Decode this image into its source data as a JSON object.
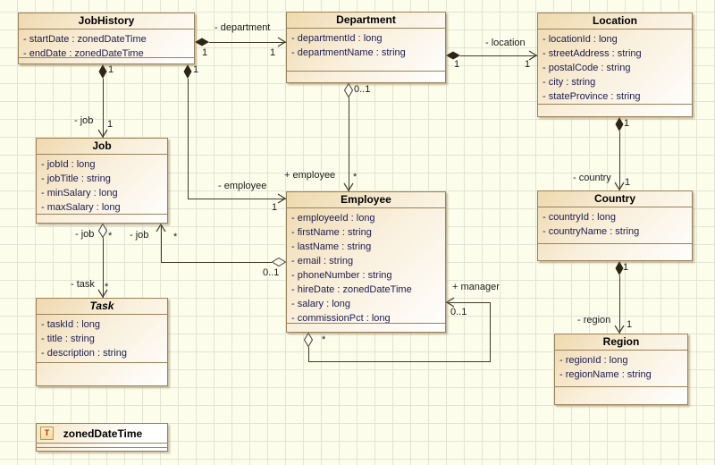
{
  "diagram": {
    "classes": {
      "jobHistory": {
        "name": "JobHistory",
        "attributes": [
          "- startDate : zonedDateTime",
          "- endDate : zonedDateTime"
        ]
      },
      "department": {
        "name": "Department",
        "attributes": [
          "- departmentId : long",
          "- departmentName : string"
        ]
      },
      "location": {
        "name": "Location",
        "attributes": [
          "- locationId : long",
          "- streetAddress : string",
          "- postalCode : string",
          "- city : string",
          "- stateProvince : string"
        ]
      },
      "job": {
        "name": "Job",
        "attributes": [
          "- jobId : long",
          "- jobTitle : string",
          "- minSalary : long",
          "- maxSalary : long"
        ]
      },
      "employee": {
        "name": "Employee",
        "attributes": [
          "- employeeId : long",
          "- firstName : string",
          "- lastName : string",
          "- email : string",
          "- phoneNumber : string",
          "- hireDate : zonedDateTime",
          "- salary : long",
          "- commissionPct : long"
        ]
      },
      "task": {
        "name": "Task",
        "attributes": [
          "- taskId : long",
          "- title : string",
          "- description : string"
        ]
      },
      "country": {
        "name": "Country",
        "attributes": [
          "- countryId : long",
          "- countryName : string"
        ]
      },
      "region": {
        "name": "Region",
        "attributes": [
          "- regionId : long",
          "- regionName : string"
        ]
      }
    },
    "data_type": {
      "icon_letter": "T",
      "name": "zonedDateTime"
    },
    "relationships": {
      "jobhistory_department": {
        "label": "- department",
        "source_mult": "1",
        "target_mult": "1"
      },
      "department_location": {
        "label": "- location",
        "source_mult": "1",
        "target_mult": "1"
      },
      "jobhistory_job": {
        "label": "- job",
        "source_mult": "1",
        "target_mult": "1"
      },
      "jobhistory_employee": {
        "label": "- employee",
        "source_mult": "1",
        "target_mult": "1"
      },
      "department_employee": {
        "label": "+ employee",
        "source_mult": "0..1",
        "target_mult": "*"
      },
      "employee_job": {
        "label": "- job",
        "source_mult": "0..1",
        "target_mult": "*"
      },
      "job_task": {
        "label_source": "- job",
        "source_mult": "*",
        "label_target": "- task",
        "target_mult": "*"
      },
      "employee_manager": {
        "label": "+ manager",
        "source_mult": "*",
        "target_mult": "0..1"
      },
      "location_country": {
        "label": "- country",
        "source_mult": "1",
        "target_mult": "1"
      },
      "country_region": {
        "label": "- region",
        "source_mult": "1",
        "target_mult": "1"
      }
    },
    "colors": {
      "box_border": "#9a8257",
      "box_fill_start": "#efd9ae",
      "edge_line": "#3f3a2c",
      "attribute_text": "#1c1c4f",
      "canvas_background": "#fdfdeb",
      "grid_line": "#e4e4d6",
      "type_icon_letter": "#cc1f1f"
    }
  }
}
